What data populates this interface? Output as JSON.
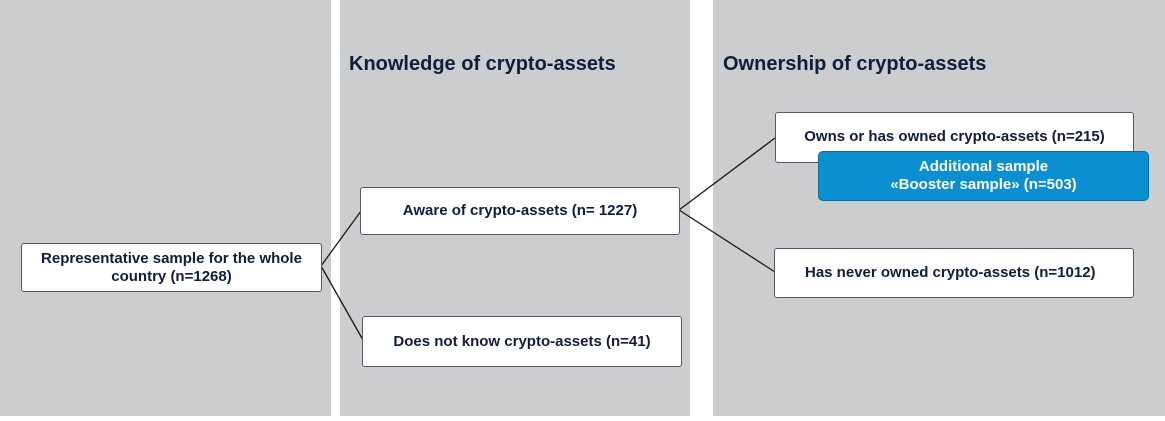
{
  "columns": {
    "knowledge_heading": "Knowledge of crypto-assets",
    "ownership_heading": "Ownership of crypto-assets"
  },
  "nodes": {
    "root": {
      "line1": "Representative sample for the whole",
      "line2": "country (n=1268)"
    },
    "aware": "Aware of crypto-assets (n= 1227)",
    "not_aware": "Does not know crypto-assets (n=41)",
    "owns": "Owns or has owned crypto-assets (n=215)",
    "booster": {
      "line1": "Additional sample",
      "line2": "«Booster sample» (n=503)"
    },
    "never_owned": "Has never owned crypto-assets (n=1012)"
  },
  "colors": {
    "panel": "#cccdcf",
    "text": "#0d1f3c",
    "booster": "#0b8fd0",
    "connector": "#1a1a1a"
  }
}
